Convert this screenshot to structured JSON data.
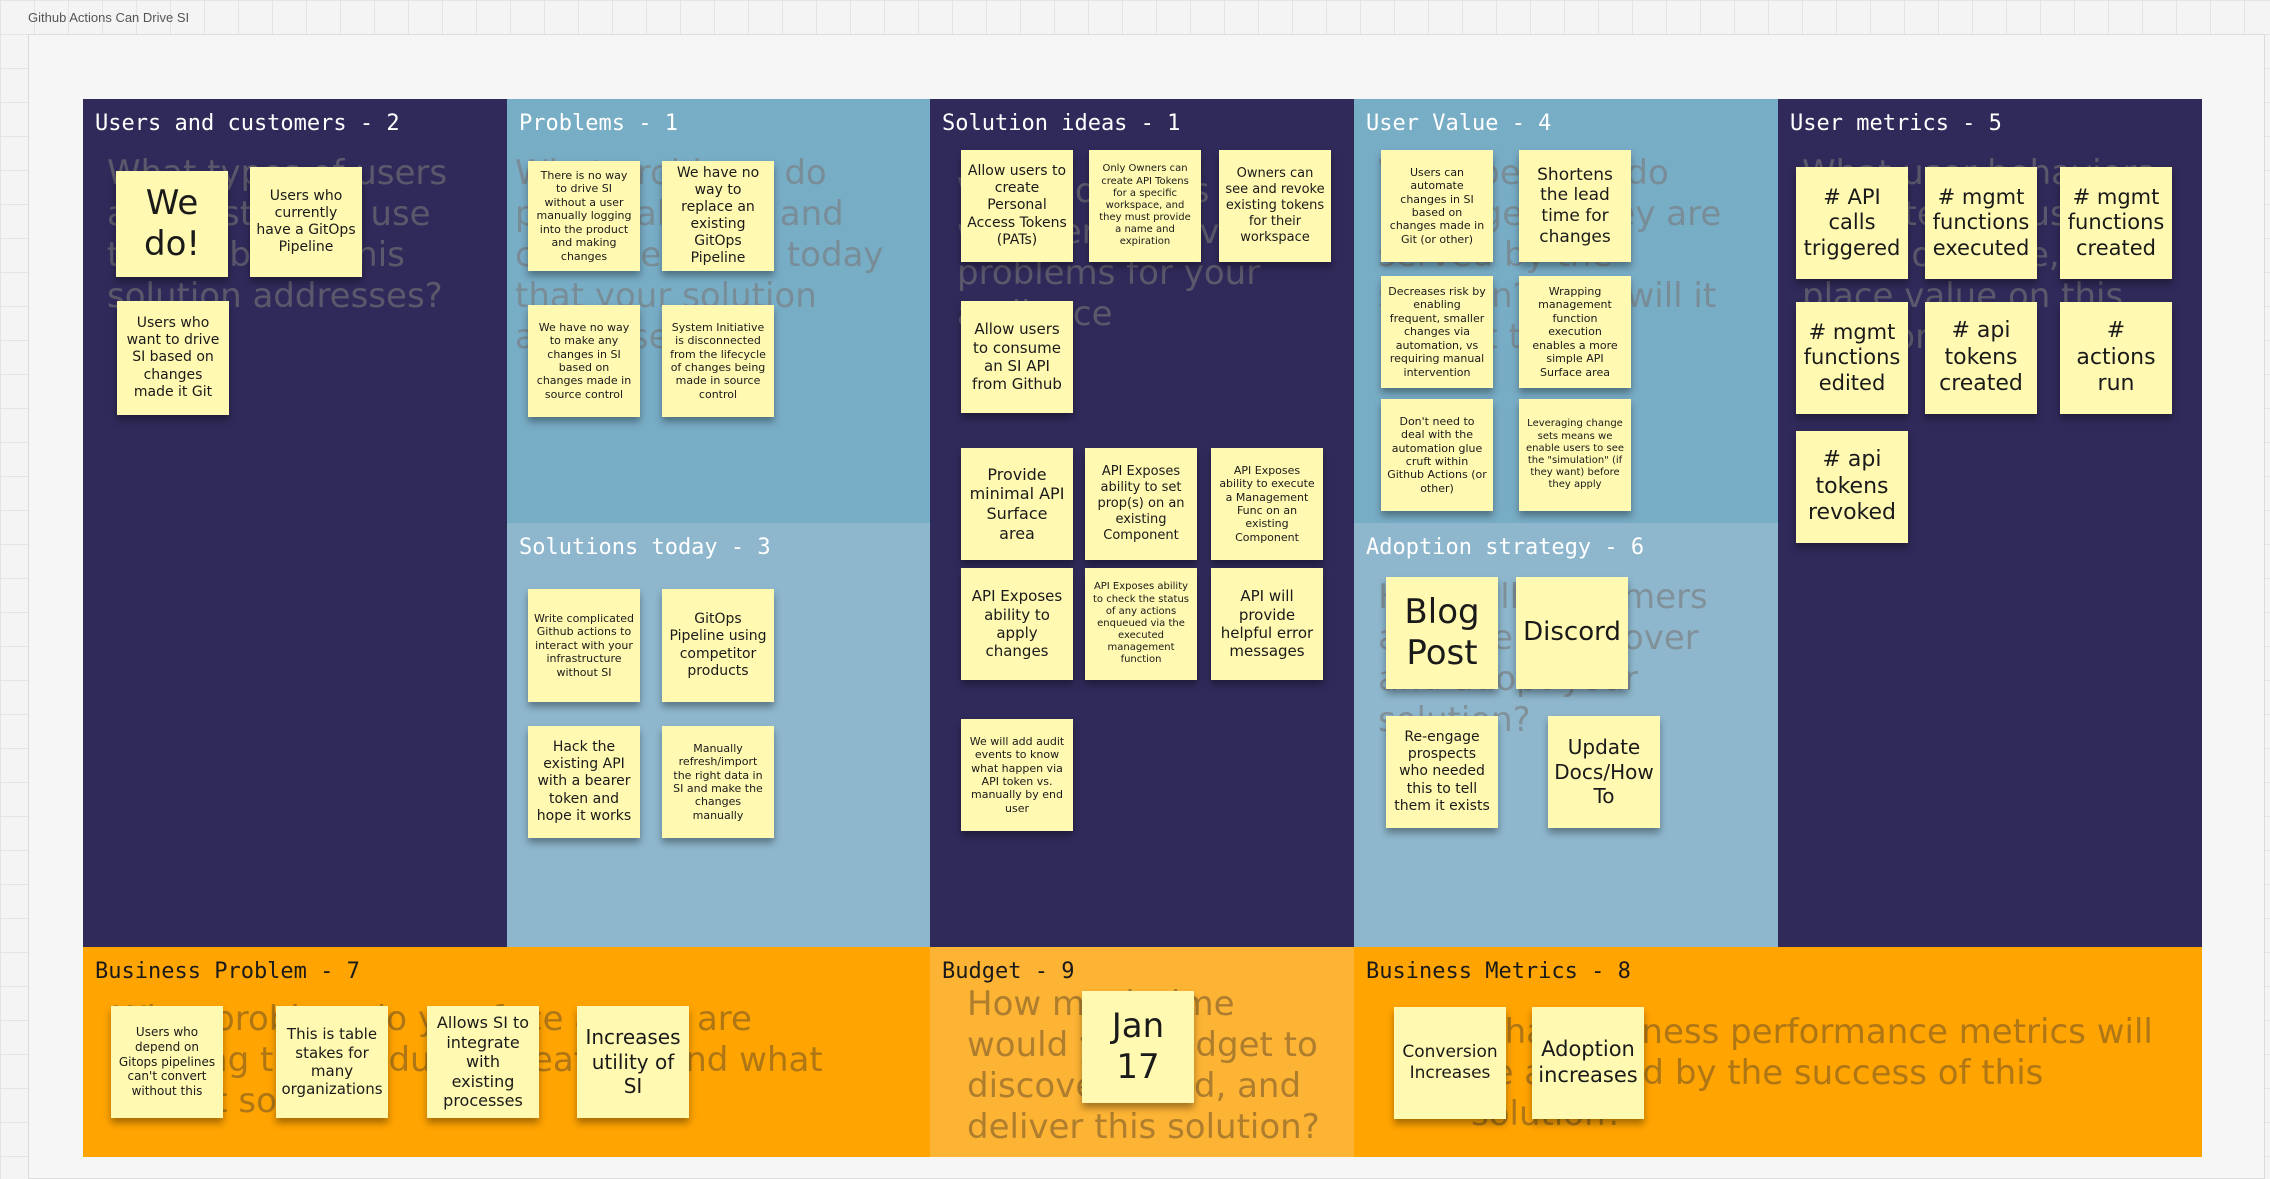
{
  "board": {
    "title": "Github Actions Can Drive SI"
  },
  "sections": [
    {
      "id": "users",
      "title": "Users and customers - 2",
      "prompt": "What types of users and customers use the problems this solution addresses?",
      "stickies": [
        {
          "text": "We do!"
        },
        {
          "text": "Users who currently have a GitOps Pipeline"
        },
        {
          "text": "Users who want to drive SI based on changes made it Git"
        }
      ]
    },
    {
      "id": "problems",
      "title": "Problems - 1",
      "prompt": "What problems do potential users and customers face today that your solution addresses?",
      "stickies": [
        {
          "text": "There is no way to drive SI without a user manually logging into the product and making changes"
        },
        {
          "text": "We have no way to replace an existing GitOps Pipeline"
        },
        {
          "text": "We have no way to make any changes in SI based on changes made in source control"
        },
        {
          "text": "System Initiative is disconnected from the lifecycle of changes being made in source control"
        }
      ]
    },
    {
      "id": "solutions-today",
      "title": "Solutions today - 3",
      "prompt": "",
      "stickies": [
        {
          "text": "Write complicated Github actions to interact with your infrastructure without SI"
        },
        {
          "text": "GitOps Pipeline using competitor products"
        },
        {
          "text": "Hack the existing API with a bearer token and hope it works"
        },
        {
          "text": "Manually refresh/import the right data in SI and make the changes manually"
        }
      ]
    },
    {
      "id": "solution-ideas",
      "title": "Solution ideas - 1",
      "prompt": "What solutions could we offer to solve problems for your audience",
      "stickies": [
        {
          "text": "Allow users to create Personal Access Tokens (PATs)"
        },
        {
          "text": "Only Owners can create API Tokens for a specific workspace, and they must provide a name and expiration"
        },
        {
          "text": "Owners can see and revoke existing tokens for their workspace"
        },
        {
          "text": "Allow users to consume an SI API from Github"
        },
        {
          "text": "Provide minimal API Surface area"
        },
        {
          "text": "API Exposes ability to set prop(s) on an existing Component"
        },
        {
          "text": "API Exposes ability to execute a Management Func on an existing Component"
        },
        {
          "text": "API Exposes ability to apply changes"
        },
        {
          "text": "API Exposes ability to check the status of any actions enqueued via the executed management function"
        },
        {
          "text": "API will provide helpful error messages"
        },
        {
          "text": "We will add audit events to know what happen via API token vs. manually by end user"
        }
      ]
    },
    {
      "id": "user-value",
      "title": "User Value - 4",
      "prompt": "What benefits do users get if they are served by the solution? How will it benefit them?",
      "stickies": [
        {
          "text": "Users can automate changes in SI based on changes made in Git (or other)"
        },
        {
          "text": "Shortens the lead time for changes"
        },
        {
          "text": "Decreases risk by enabling frequent, smaller changes via automation, vs requiring manual intervention"
        },
        {
          "text": "Wrapping management function execution enables a more simple API Surface area"
        },
        {
          "text": "Don't need to deal with the automation glue cruft within Github Actions (or other)"
        },
        {
          "text": "Leveraging change sets means we enable users to see the \"simulation\" (if they want) before they apply"
        }
      ]
    },
    {
      "id": "adoption",
      "title": "Adoption strategy - 6",
      "prompt": "How will customers and users discover and adopt your solution?",
      "stickies": [
        {
          "text": "Blog Post"
        },
        {
          "text": "Discord"
        },
        {
          "text": "Re-engage prospects who needed this to tell them it exists"
        },
        {
          "text": "Update Docs/How To"
        }
      ]
    },
    {
      "id": "user-metrics",
      "title": "User metrics - 5",
      "prompt": "What user behaviors indicate that users will adopt, use, and place value on this solution?",
      "stickies": [
        {
          "text": "# API calls triggered"
        },
        {
          "text": "# mgmt functions executed"
        },
        {
          "text": "# mgmt functions created"
        },
        {
          "text": "# mgmt functions edited"
        },
        {
          "text": "# api tokens created"
        },
        {
          "text": "# actions run"
        },
        {
          "text": "# api tokens revoked"
        }
      ]
    },
    {
      "id": "business-problem",
      "title": "Business Problem - 7",
      "prompt": "What problem do you face as you are building this product or feature, and what does it solve?",
      "stickies": [
        {
          "text": "Users who depend on Gitops pipelines can't convert without this"
        },
        {
          "text": "This is table stakes for many organizations"
        },
        {
          "text": "Allows SI to integrate with existing processes"
        },
        {
          "text": "Increases utility of SI"
        }
      ]
    },
    {
      "id": "budget",
      "title": "Budget - 9",
      "prompt": "How much time would you budget to discover, build, and deliver this solution?",
      "stickies": [
        {
          "text": "Jan 17"
        }
      ]
    },
    {
      "id": "business-metrics",
      "title": "Business Metrics - 8",
      "prompt": "What business performance metrics will be affected by the success of this solution?",
      "stickies": [
        {
          "text": "Conversion Increases"
        },
        {
          "text": "Adoption increases"
        }
      ]
    }
  ],
  "colors": {
    "dark": "#302a5a",
    "light_blue": "#78adc6",
    "mid_blue": "#8eb7cd",
    "orange": "#ffa400",
    "light_orange": "#fdb434",
    "sticky": "#fff9b1"
  }
}
